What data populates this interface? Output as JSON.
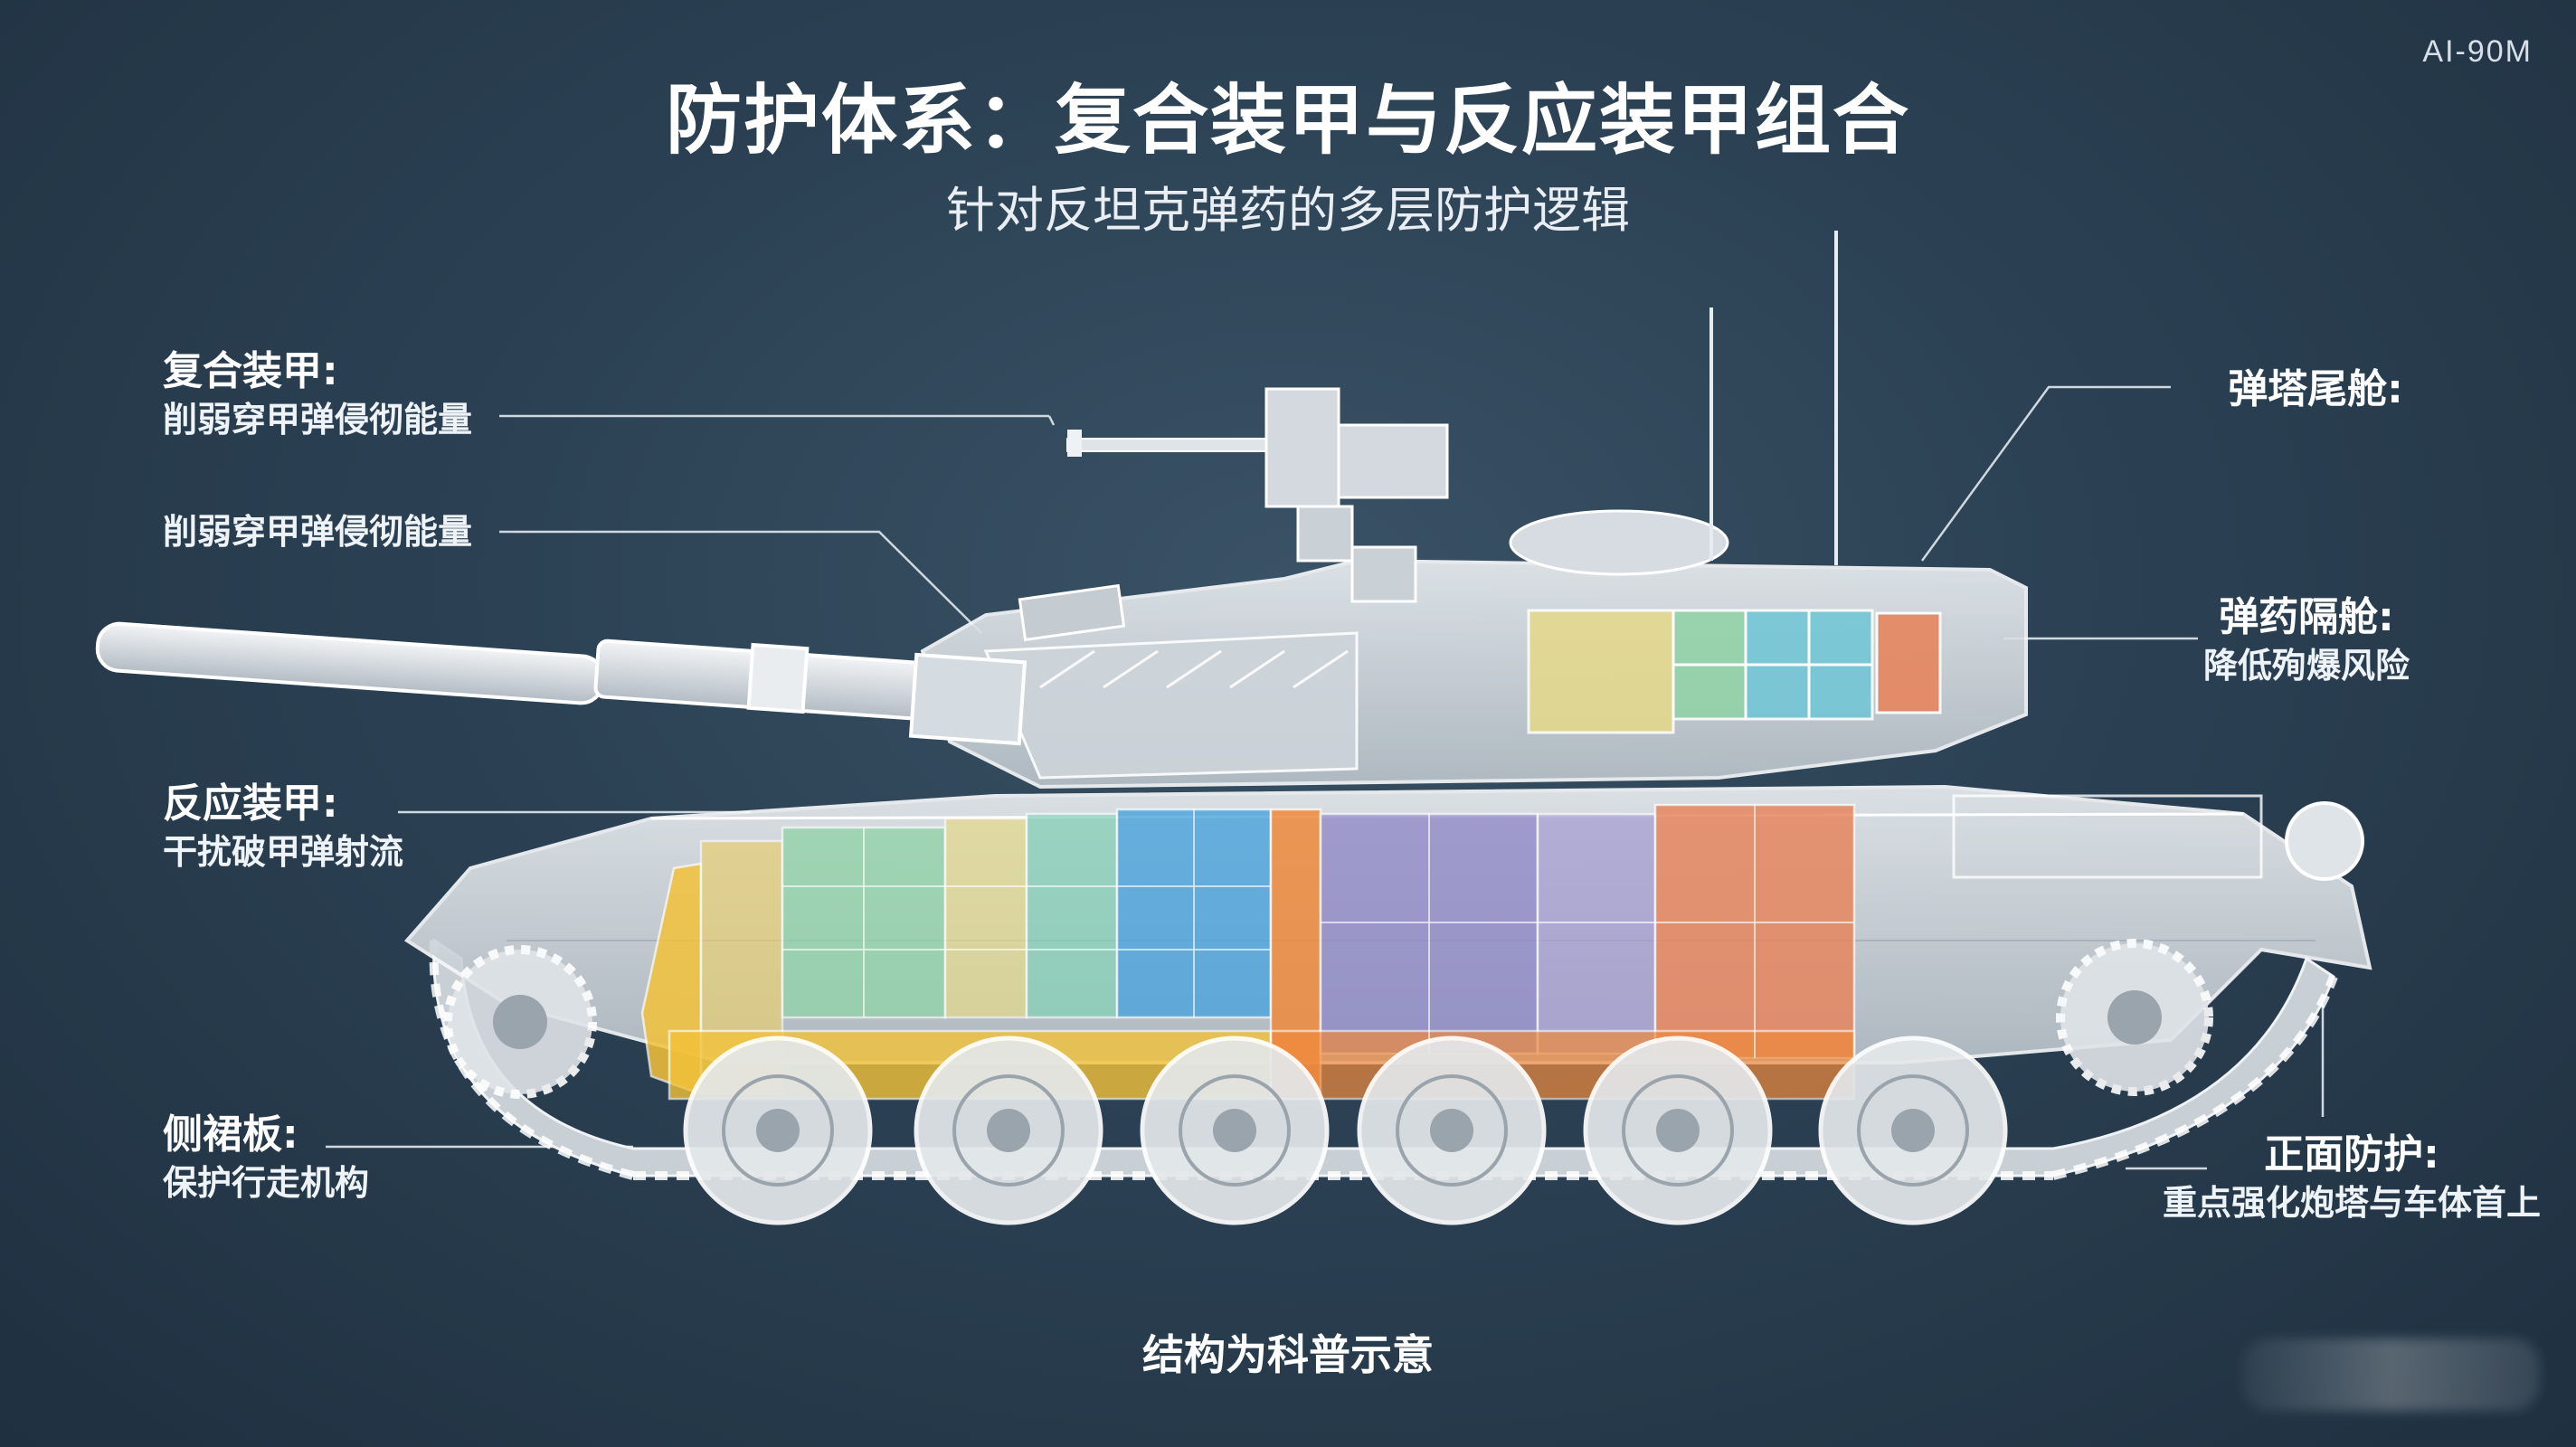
{
  "header": {
    "title": "防护体系：复合装甲与反应装甲组合",
    "subtitle": "针对反坦克弹药的多层防护逻辑",
    "watermark": "AI-90M"
  },
  "labels": {
    "composite": {
      "heading": "复合装甲:",
      "desc": "削弱穿甲弹侵彻能量"
    },
    "composite2": {
      "desc": "削弱穿甲弹侵彻能量"
    },
    "reactive": {
      "heading": "反应装甲:",
      "desc": "干扰破甲弹射流"
    },
    "skirt": {
      "heading": "侧裙板:",
      "desc": "保护行走机构"
    },
    "bustle": {
      "heading": "弹塔尾舱:"
    },
    "ammo": {
      "heading": "弹药隔舱:",
      "desc": "降低殉爆风险"
    },
    "frontal": {
      "heading": "正面防护:",
      "desc": "重点强化炮塔与车体首上"
    }
  },
  "footer": {
    "note": "结构为科普示意"
  },
  "colors": {
    "background": "#2b4153",
    "tank_body": "#d9dee2",
    "line": "#cfd8df",
    "yellow": "#f3c23a",
    "green": "#8fd3a6",
    "teal": "#6fc6d6",
    "blue": "#4aa3dc",
    "orange": "#f08a3c",
    "purple": "#8d86c6",
    "salmon": "#e6865f"
  },
  "icons": [
    "tank-diagram",
    "road-wheel-icon",
    "sprocket-icon",
    "antenna-icon",
    "machine-gun-icon"
  ]
}
